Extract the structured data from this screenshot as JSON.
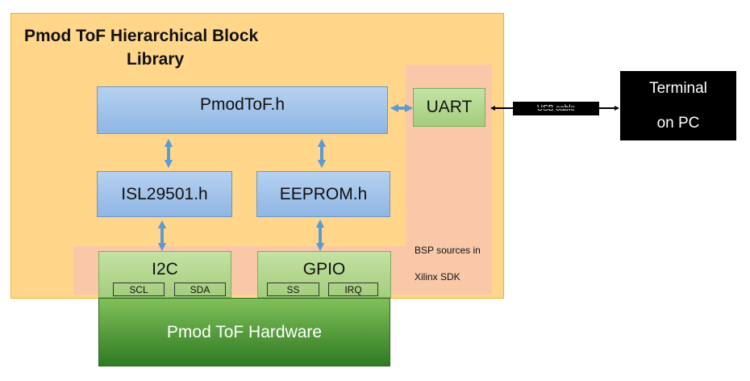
{
  "library_title_line1": "Pmod ToF Hierarchical Block",
  "library_title_line2": "Library",
  "blocks": {
    "pmodtof_h": "PmodToF.h",
    "isl29501_h": "ISL29501.h",
    "eeprom_h": "EEPROM.h",
    "uart": "UART",
    "i2c": "I2C",
    "gpio": "GPIO",
    "hardware": "Pmod ToF Hardware"
  },
  "i2c_pins": [
    "SCL",
    "SDA"
  ],
  "gpio_pins": [
    "SS",
    "IRQ"
  ],
  "bsp_label_line1": "BSP sources in",
  "bsp_label_line2": "Xilinx SDK",
  "usb_cable_label": "USB cable",
  "terminal_line1": "Terminal",
  "terminal_line2": "on PC",
  "colors": {
    "library_bg": "#ffd68a",
    "bsp_bg": "#f8c8a8",
    "header_block": "#a9c6ec",
    "bsp_block": "#b5d896",
    "hardware": "#4a9a35",
    "terminal": "#000000",
    "arrow": "#5b9bd5"
  }
}
